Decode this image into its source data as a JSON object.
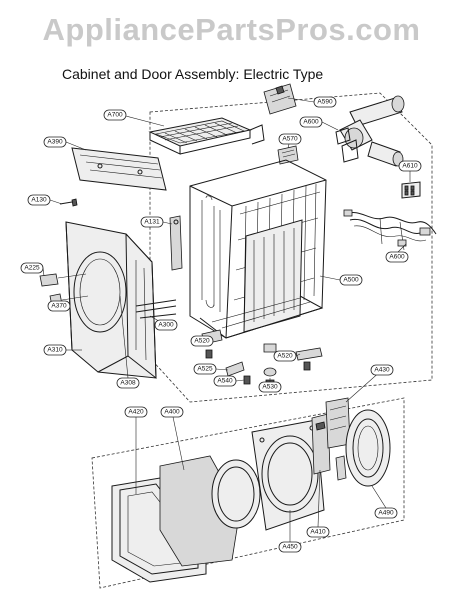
{
  "watermark": "AppliancePartsPros.com",
  "title": "Cabinet and Door Assembly: Electric Type",
  "callouts": [
    {
      "id": "A700",
      "label": "A700"
    },
    {
      "id": "A590",
      "label": "A590"
    },
    {
      "id": "A390",
      "label": "A390"
    },
    {
      "id": "A570",
      "label": "A570"
    },
    {
      "id": "A600a",
      "label": "A600"
    },
    {
      "id": "A610",
      "label": "A610"
    },
    {
      "id": "A130",
      "label": "A130"
    },
    {
      "id": "A131",
      "label": "A131"
    },
    {
      "id": "A600b",
      "label": "A600"
    },
    {
      "id": "A225",
      "label": "A225"
    },
    {
      "id": "A370",
      "label": "A370"
    },
    {
      "id": "A500",
      "label": "A500"
    },
    {
      "id": "A300",
      "label": "A300"
    },
    {
      "id": "A310",
      "label": "A310"
    },
    {
      "id": "A520a",
      "label": "A520"
    },
    {
      "id": "A525",
      "label": "A525"
    },
    {
      "id": "A520b",
      "label": "A520"
    },
    {
      "id": "A308",
      "label": "A308"
    },
    {
      "id": "A540",
      "label": "A540"
    },
    {
      "id": "A530",
      "label": "A530"
    },
    {
      "id": "A430",
      "label": "A430"
    },
    {
      "id": "A420",
      "label": "A420"
    },
    {
      "id": "A400",
      "label": "A400"
    },
    {
      "id": "A410",
      "label": "A410"
    },
    {
      "id": "A490",
      "label": "A490"
    },
    {
      "id": "A450",
      "label": "A450"
    }
  ]
}
